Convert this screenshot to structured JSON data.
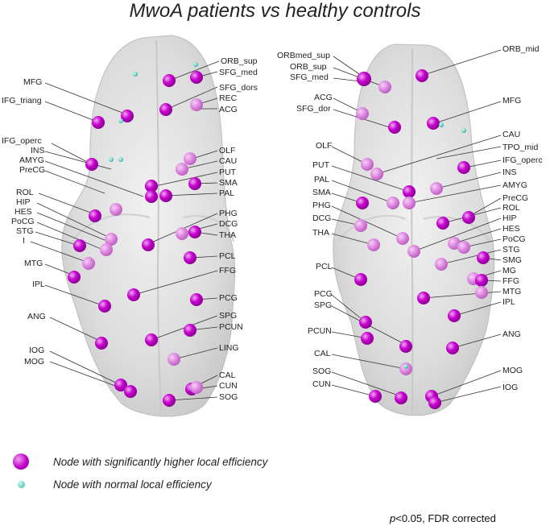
{
  "title": "MwoA patients vs healthy controls",
  "legend": {
    "significant": "Node with significantly higher local efficiency",
    "normal": "Node with normal local efficiency"
  },
  "footnote": {
    "p": "p",
    "rest": "<0.05, FDR corrected"
  },
  "colors": {
    "significant_node": "#c000c8",
    "normal_node": "#5ec9b8",
    "brain": "#d9d9d9"
  },
  "left_view": {
    "labels": [
      "MFG",
      "IFG_triang",
      "IFG_operc",
      "INS",
      "AMYG",
      "PreCG",
      "ROL",
      "HIP",
      "HES",
      "PoCG",
      "STG",
      "I",
      "MTG",
      "IPL",
      "ANG",
      "IOG",
      "MOG",
      "ORB_sup",
      "SFG_med",
      "SFG_dors",
      "REC",
      "ACG",
      "OLF",
      "CAU",
      "PUT",
      "SMA",
      "PAL",
      "PHG",
      "DCG",
      "THA",
      "PCL",
      "FFG",
      "PCG",
      "SPG",
      "PCUN",
      "LING",
      "CAL",
      "CUN",
      "SOG"
    ]
  },
  "right_view": {
    "labels": [
      "ORBmed_sup",
      "ORB_sup",
      "SFG_med",
      "ACG",
      "SFG_dor",
      "OLF",
      "PUT",
      "PAL",
      "SMA",
      "PHG",
      "DCG",
      "THA",
      "PCL",
      "PCG",
      "SPG",
      "PCUN",
      "CAL",
      "SOG",
      "CUN",
      "ORB_mid",
      "MFG",
      "CAU",
      "TPO_mid",
      "IFG_operc",
      "INS",
      "AMYG",
      "PreCG",
      "ROL",
      "HIP",
      "HES",
      "PoCG",
      "STG",
      "SMG",
      "MG",
      "FFG",
      "MTG",
      "IPL",
      "ANG",
      "MOG",
      "IOG"
    ]
  }
}
